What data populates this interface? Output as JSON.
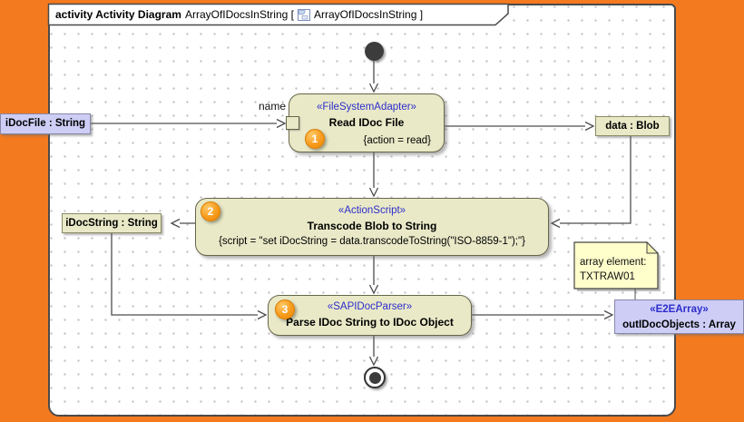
{
  "frame": {
    "title_bold": "activity Activity Diagram",
    "title_name": "ArrayOfIDocsInString [",
    "title_ref": "ArrayOfIDocsInString ]"
  },
  "edges": {
    "name_label": "name"
  },
  "nodes": {
    "activity_read": {
      "badge": "1",
      "stereotype": "«FileSystemAdapter»",
      "name": "Read IDoc File",
      "constraint": "{action = read}"
    },
    "activity_transcode": {
      "badge": "2",
      "stereotype": "«ActionScript»",
      "name": "Transcode Blob to String",
      "constraint": "{script = \"set iDocString = data.transcodeToString(\"ISO-8859-1\");\"}"
    },
    "activity_parse": {
      "badge": "3",
      "stereotype": "«SAPIDocParser»",
      "name": "Parse IDoc String to IDoc Object"
    },
    "obj_idocfile": {
      "name": "iDocFile : String"
    },
    "obj_data": {
      "name": "data : Blob"
    },
    "obj_idocstring": {
      "name": "iDocString : String"
    },
    "obj_out": {
      "stereotype": "«E2EArray»",
      "name": "outIDocObjects : Array"
    },
    "note": {
      "line1": "array element:",
      "line2": "TXTRAW01"
    }
  },
  "colors": {
    "window_border_orange": "#f47a20",
    "activity_fill": "#e9e9c8",
    "activity_border": "#66664a",
    "object_fill_lavender": "#cdcdf6",
    "note_fill": "#ffffcc",
    "stereotype_blue": "#2d2dcc",
    "badge_orange": "#f79b1d",
    "edge_gray": "#4d4d4d"
  }
}
